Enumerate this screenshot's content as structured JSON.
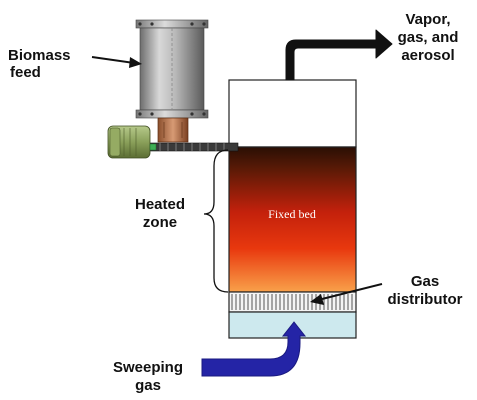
{
  "labels": {
    "biomass_line1": "Biomass",
    "biomass_line2": "feed",
    "vapor_line1": "Vapor,",
    "vapor_line2": "gas, and",
    "vapor_line3": "aerosol",
    "heated_line1": "Heated",
    "heated_line2": "zone",
    "fixed_bed": "Fixed bed",
    "gasdist_line1": "Gas",
    "gasdist_line2": "distributor",
    "sweeping_line1": "Sweeping",
    "sweeping_line2": "gas"
  },
  "colors": {
    "bed_top": "#2a0f04",
    "bed_mid": "#d8250c",
    "bed_bottom": "#f9a14a",
    "plenum": "#cde9ee",
    "vapor_arrow": "#111111",
    "sweep_arrow": "#2424a6"
  }
}
